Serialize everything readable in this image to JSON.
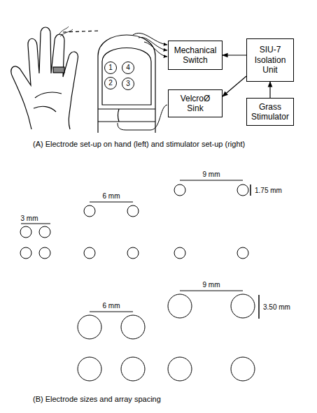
{
  "diagram": {
    "caption": "(B) Electrode sizes and array spacing",
    "nodes": [
      {
        "text": [
          "1"
        ]
      },
      {
        "text": [
          "4"
        ]
      },
      {
        "text": [
          "2"
        ]
      },
      {
        "text": [
          "3"
        ]
      },
      {
        "text": [
          "Mechanical Switch"
        ]
      },
      {
        "text": [
          "SIU-7 Isolation Unit"
        ]
      },
      {
        "text": [
          "VelcroØ Sink"
        ]
      },
      {
        "text": [
          "Grass Stimulator"
        ]
      }
    ],
    "edges": [
      {
        "from": 5,
        "to": 4,
        "arrow": "to"
      },
      {
        "from": 5,
        "to": 6,
        "arrow": "to"
      },
      {
        "from": 7,
        "to": 5,
        "arrow": "to"
      }
    ],
    "labels": [
      "(A) Electrode set-up on hand (left) and stimulator set-up (right)",
      "9 mm",
      "1.75 mm",
      "6 mm",
      "3 mm",
      "9 mm",
      "3.50 mm",
      "6 mm"
    ]
  }
}
